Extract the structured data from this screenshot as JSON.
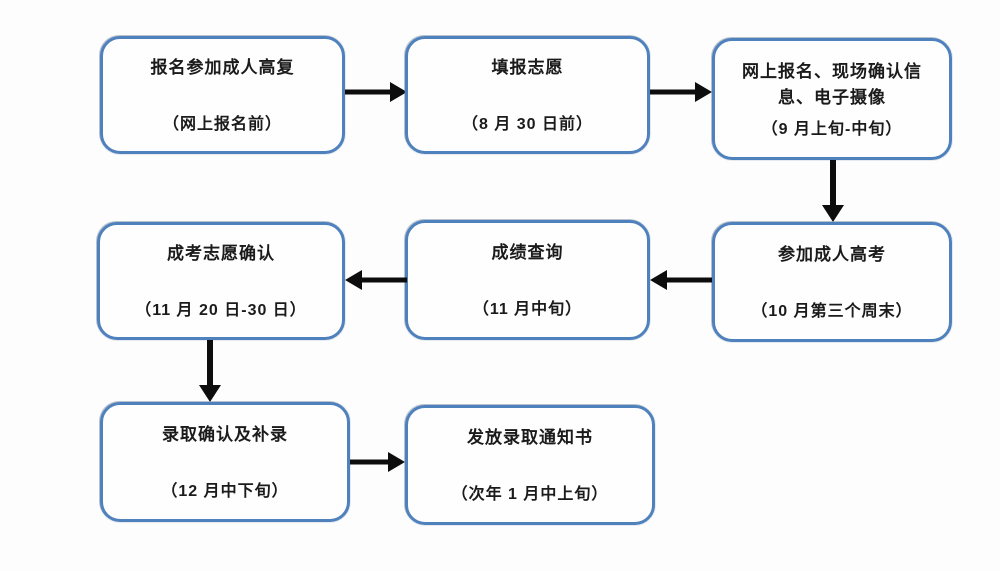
{
  "diagram": {
    "description": "成人高考报考流程图",
    "boxes": [
      {
        "id": "box-1",
        "title": "报名参加成人高复",
        "date": "（网上报名前）"
      },
      {
        "id": "box-2",
        "title": "填报志愿",
        "date": "（8 月 30 日前）"
      },
      {
        "id": "box-3",
        "title": "网上报名、现场确认信息、电子摄像",
        "date": "（9 月上旬-中旬）"
      },
      {
        "id": "box-4",
        "title": "参加成人高考",
        "date": "（10 月第三个周末）"
      },
      {
        "id": "box-5",
        "title": "成绩查询",
        "date": "（11 月中旬）"
      },
      {
        "id": "box-6",
        "title": "成考志愿确认",
        "date": "（11 月 20 日-30 日）"
      },
      {
        "id": "box-7",
        "title": "录取确认及补录",
        "date": "（12 月中下旬）"
      },
      {
        "id": "box-8",
        "title": "发放录取通知书",
        "date": "（次年 1 月中上旬）"
      }
    ],
    "connections": [
      {
        "from": "box-1",
        "to": "box-2",
        "direction": "right"
      },
      {
        "from": "box-2",
        "to": "box-3",
        "direction": "right"
      },
      {
        "from": "box-3",
        "to": "box-4",
        "direction": "down"
      },
      {
        "from": "box-4",
        "to": "box-5",
        "direction": "left"
      },
      {
        "from": "box-5",
        "to": "box-6",
        "direction": "left"
      },
      {
        "from": "box-6",
        "to": "box-7",
        "direction": "down"
      },
      {
        "from": "box-7",
        "to": "box-8",
        "direction": "right"
      }
    ],
    "colors": {
      "box_border": "#4f81bd",
      "box_fill": "#fefefe",
      "arrow": "#0d0d0d",
      "text": "#1b1b1b",
      "background": "#fdfdfd"
    }
  }
}
